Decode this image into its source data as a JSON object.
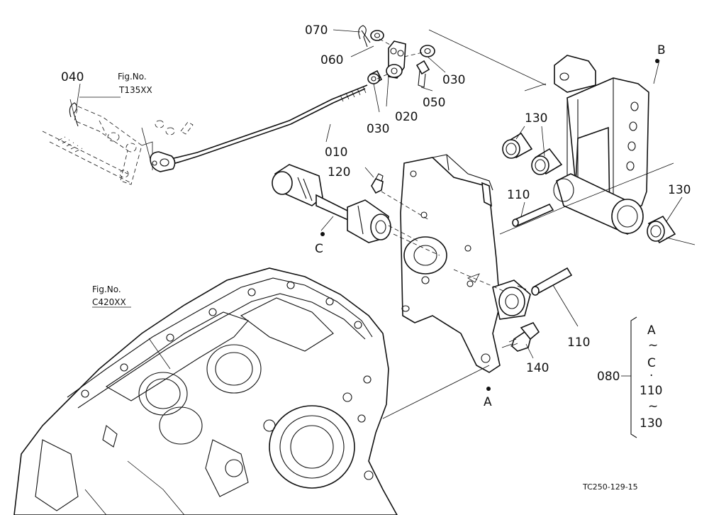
{
  "parts": [
    {
      "id": "p070",
      "number": "070"
    },
    {
      "id": "p060",
      "number": "060"
    },
    {
      "id": "p040",
      "number": "040"
    },
    {
      "id": "p030a",
      "number": "030"
    },
    {
      "id": "p030b",
      "number": "030"
    },
    {
      "id": "p050",
      "number": "050"
    },
    {
      "id": "p020",
      "number": "020"
    },
    {
      "id": "p010",
      "number": "010"
    },
    {
      "id": "p130a",
      "number": "130"
    },
    {
      "id": "p130b",
      "number": "130"
    },
    {
      "id": "p120",
      "number": "120"
    },
    {
      "id": "p110a",
      "number": "110"
    },
    {
      "id": "p110b",
      "number": "110"
    },
    {
      "id": "p140",
      "number": "140"
    }
  ],
  "refs": {
    "fig1_label": "Fig.No.",
    "fig1_number": "T135XX",
    "fig2_label": "Fig.No.",
    "fig2_number": "C420XX"
  },
  "points": {
    "a": "A",
    "b": "B",
    "c": "C"
  },
  "assembly": {
    "number": "080",
    "line1": "A",
    "line2": "~",
    "line3": "C",
    "line4": "·",
    "line5": "110",
    "line6": "~",
    "line7": "130"
  },
  "drawing_code": "TC250-129-15"
}
